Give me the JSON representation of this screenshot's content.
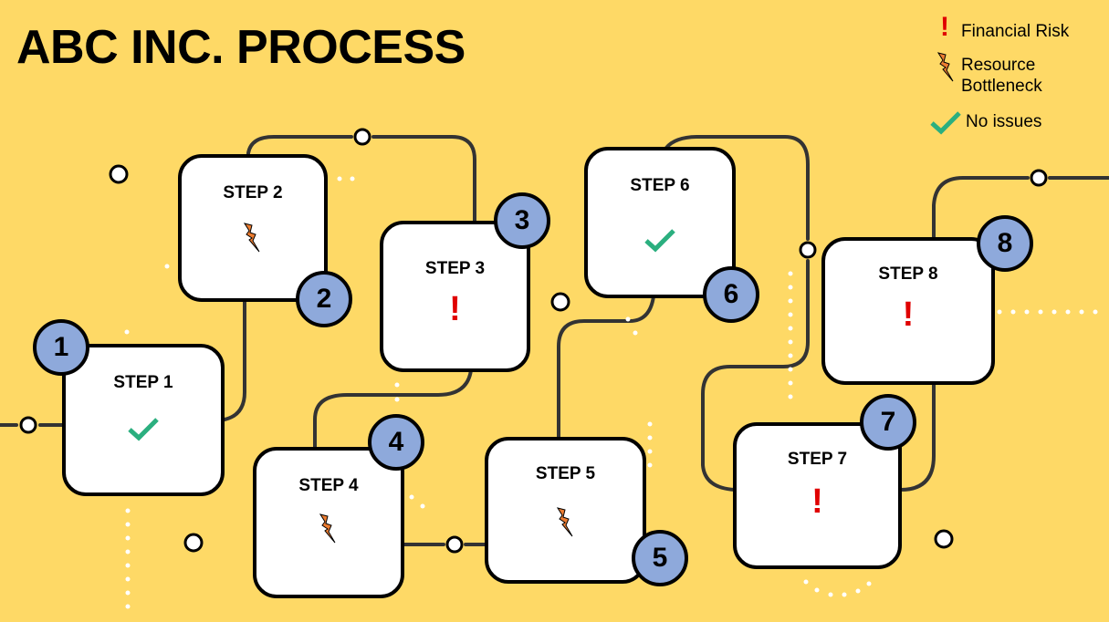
{
  "title": "ABC INC. PROCESS",
  "legend": {
    "financial_risk": "Financial Risk",
    "resource_bottleneck_1": "Resource",
    "resource_bottleneck_2": "Bottleneck",
    "no_issues": "No issues"
  },
  "colors": {
    "background": "#FED966",
    "badge": "#8EA9DB",
    "risk": "#E00000",
    "bottleneck": "#ED7D31",
    "ok": "#2BAF7F"
  },
  "steps": [
    {
      "label": "STEP 1",
      "number": "1",
      "status": "no-issues"
    },
    {
      "label": "STEP 2",
      "number": "2",
      "status": "resource-bottleneck"
    },
    {
      "label": "STEP 3",
      "number": "3",
      "status": "financial-risk"
    },
    {
      "label": "STEP 4",
      "number": "4",
      "status": "resource-bottleneck"
    },
    {
      "label": "STEP 5",
      "number": "5",
      "status": "resource-bottleneck"
    },
    {
      "label": "STEP 6",
      "number": "6",
      "status": "no-issues"
    },
    {
      "label": "STEP 7",
      "number": "7",
      "status": "financial-risk"
    },
    {
      "label": "STEP 8",
      "number": "8",
      "status": "financial-risk"
    }
  ],
  "icons": {
    "financial_risk": "!",
    "resource_bottleneck": "lightning-bolt",
    "no_issues": "checkmark"
  }
}
